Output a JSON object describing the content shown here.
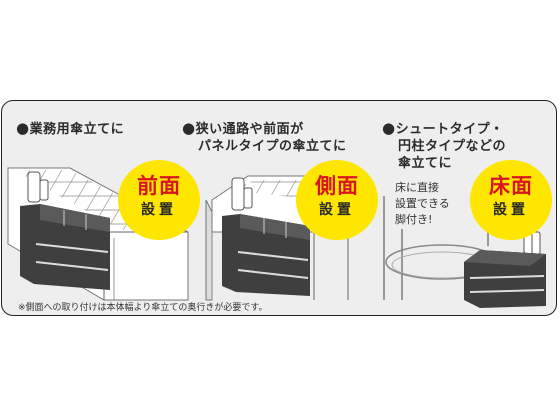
{
  "sections": [
    {
      "bullet": "●",
      "heading_lines": [
        "業務用傘立てに"
      ],
      "badge_top": "前面",
      "badge_bottom": "設置"
    },
    {
      "bullet": "●",
      "heading_lines": [
        "狭い通路や前面が",
        "パネルタイプの傘立てに"
      ],
      "badge_top": "側面",
      "badge_bottom": "設置"
    },
    {
      "bullet": "●",
      "heading_lines": [
        "シュートタイプ・",
        "円柱タイプなどの",
        "傘立てに"
      ],
      "badge_top": "床面",
      "badge_bottom": "設置",
      "callout_lines": [
        "床に直接",
        "設置できる",
        "脚付き!"
      ]
    }
  ],
  "footnote": "※側面への取り付けは本体幅より傘立ての奥行きが必要です。",
  "colors": {
    "badge_fill": "#ffe600",
    "badge_text": "#d8141e",
    "panel_bg": "#eeeeee",
    "product": "#3f3f3f"
  }
}
